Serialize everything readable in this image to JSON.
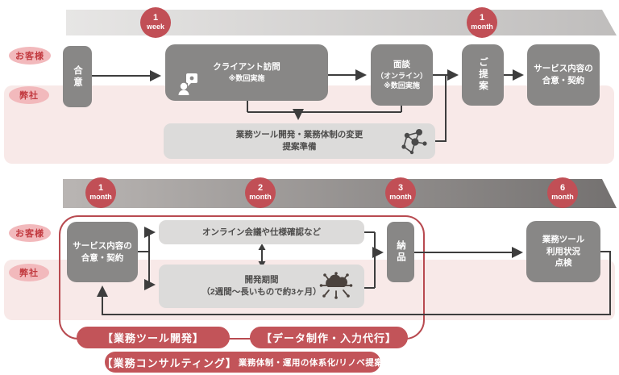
{
  "lanes": {
    "customer": "お客様",
    "company": "弊社"
  },
  "top": {
    "milestones": [
      {
        "num": "1",
        "unit": "week"
      },
      {
        "num": "1",
        "unit": "month"
      }
    ],
    "agree": "合意",
    "client_visit": {
      "line1": "クライアント訪問",
      "line2": "※数回実施",
      "icon": "person-speech-icon"
    },
    "interview": {
      "line1": "面談",
      "line2": "（オンライン）",
      "line3": "※数回実施"
    },
    "proposal": "ご提案",
    "contract": {
      "line1": "サービス内容の",
      "line2": "合意・契約"
    },
    "prep": {
      "line1": "業務ツール開発・業務体制の変更",
      "line2": "提案準備",
      "icon": "network-nodes-icon"
    }
  },
  "bottom": {
    "milestones": [
      {
        "num": "1",
        "unit": "month"
      },
      {
        "num": "2",
        "unit": "month"
      },
      {
        "num": "3",
        "unit": "month"
      },
      {
        "num": "6",
        "unit": "month"
      }
    ],
    "contract": {
      "line1": "サービス内容の",
      "line2": "合意・契約"
    },
    "online_meeting": "オンライン会議や仕様確認など",
    "development": {
      "line1": "開発期間",
      "line2": "（2週間〜長いもので約3ヶ月）",
      "icon": "cloud-distribute-icon"
    },
    "delivery": "納品",
    "inspection": {
      "line1": "業務ツール",
      "line2": "利用状況",
      "line3": "点検"
    },
    "pills": {
      "tool": "【業務ツール開発】",
      "data": "【データ制作・入力代行】",
      "consulting_bold": "【業務コンサルティング】",
      "consulting_rest": "業務体制・運用の体系化/リノベ提案"
    }
  },
  "colors": {
    "accent_red": "#c14f56",
    "pill_red": "#c25459",
    "lane_pink": "#f8e9e8",
    "label_pink": "#f2b9bc",
    "box_dark": "#888786",
    "box_light": "#dcdbda",
    "wire": "#3d3d3d"
  }
}
